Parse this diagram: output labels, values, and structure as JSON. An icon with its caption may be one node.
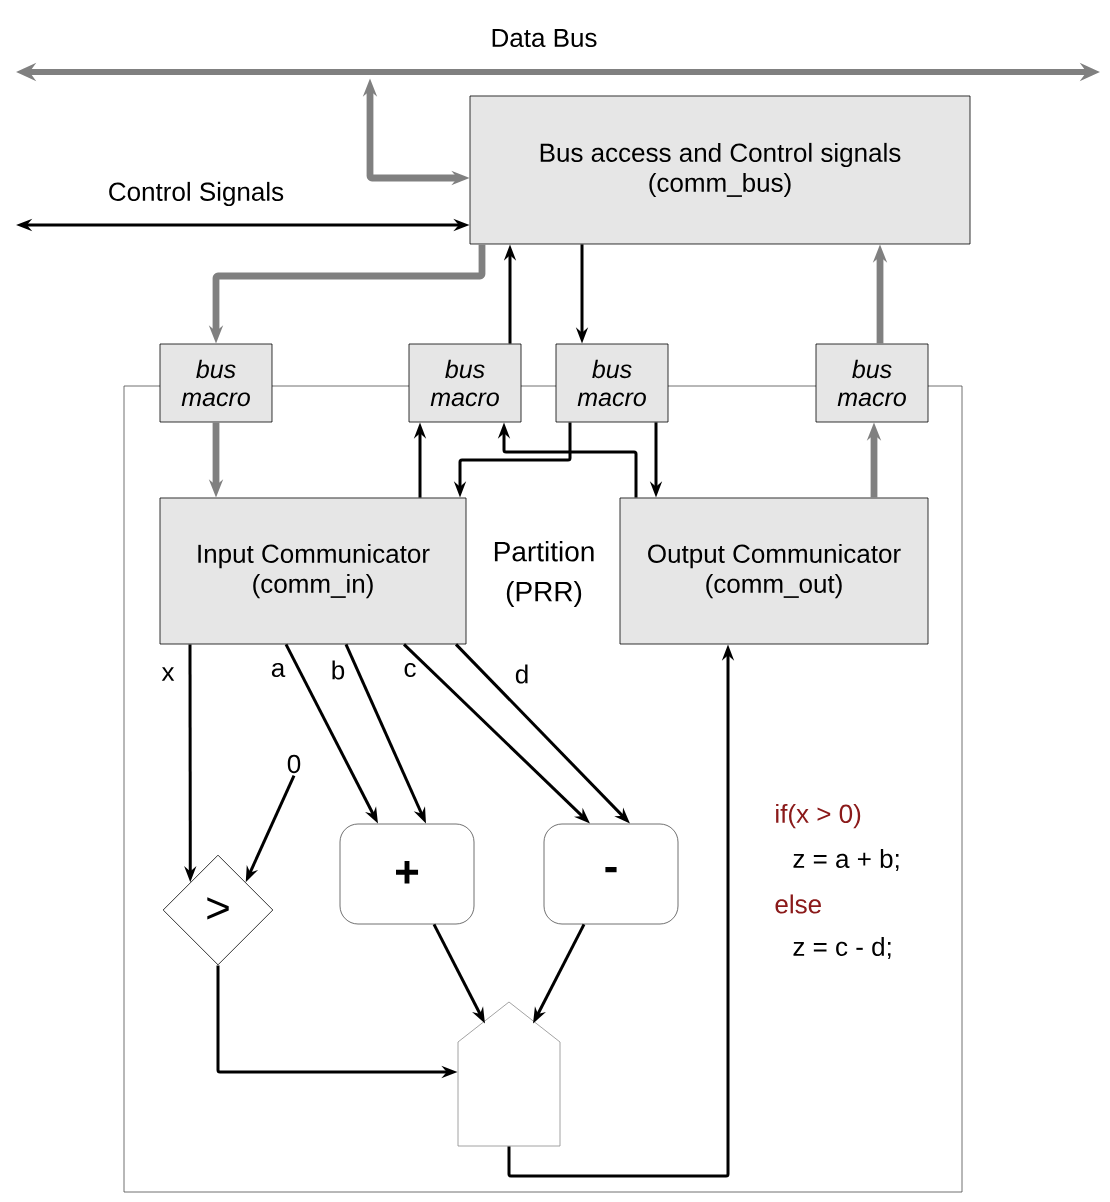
{
  "diagram": {
    "nodes": [
      {
        "text": [
          "Data Bus"
        ]
      },
      {
        "text": [
          "Bus access and Control signals",
          "(comm_bus)"
        ]
      },
      {
        "text": [
          "Partition (PRR)"
        ]
      },
      {
        "text": [
          "bus macro"
        ]
      },
      {
        "text": [
          "bus macro"
        ]
      },
      {
        "text": [
          "bus macro"
        ]
      },
      {
        "text": [
          "bus macro"
        ]
      },
      {
        "text": [
          "Input Communicator",
          "(comm_in)"
        ],
        "in": 2
      },
      {
        "text": [
          "Output Communicator",
          "(comm_out)"
        ],
        "in": 2
      },
      {
        "text": [
          ">"
        ],
        "in": 2
      },
      {
        "text": [
          "+"
        ],
        "in": 2
      },
      {
        "text": [
          "-"
        ],
        "in": 2
      },
      {
        "text": [],
        "shape": "pentagon",
        "in": 2
      },
      {
        "text": [
          "0"
        ],
        "in": 2
      }
    ],
    "edges": [
      {
        "from": 1,
        "to": 0,
        "arrow": "both",
        "style": "thick",
        "color": "#808080"
      },
      {
        "from": null,
        "to": 1,
        "arrow": "both",
        "label": "Control Signals"
      },
      {
        "from": 1,
        "to": 3,
        "arrow": "to",
        "style": "thick",
        "color": "#808080"
      },
      {
        "from": 4,
        "to": 1,
        "arrow": "to"
      },
      {
        "from": 1,
        "to": 5,
        "arrow": "to"
      },
      {
        "from": 6,
        "to": 1,
        "arrow": "to",
        "style": "thick",
        "color": "#808080"
      },
      {
        "from": 3,
        "to": 7,
        "arrow": "to",
        "style": "thick",
        "color": "#808080"
      },
      {
        "from": 7,
        "to": 4,
        "arrow": "to"
      },
      {
        "from": 5,
        "to": 7,
        "arrow": "to"
      },
      {
        "from": 8,
        "to": 4,
        "arrow": "to"
      },
      {
        "from": 5,
        "to": 8,
        "arrow": "to"
      },
      {
        "from": 8,
        "to": 6,
        "arrow": "to",
        "style": "thick",
        "color": "#808080"
      },
      {
        "from": 7,
        "to": 9,
        "arrow": "to",
        "label": "x"
      },
      {
        "from": 7,
        "to": 10,
        "arrow": "to",
        "label": "a"
      },
      {
        "from": 7,
        "to": 10,
        "arrow": "to",
        "label": "b"
      },
      {
        "from": 7,
        "to": 11,
        "arrow": "to",
        "label": "c"
      },
      {
        "from": 7,
        "to": 11,
        "arrow": "to",
        "label": "d"
      },
      {
        "from": 13,
        "to": 9,
        "arrow": "to"
      },
      {
        "from": 10,
        "to": 12,
        "arrow": "to"
      },
      {
        "from": 11,
        "to": 12,
        "arrow": "to"
      },
      {
        "from": 9,
        "to": 12,
        "arrow": "to"
      },
      {
        "from": 12,
        "to": 8,
        "arrow": "to"
      }
    ],
    "labels": [
      "if(x > 0)",
      "z = a + b;",
      "else",
      "z = c - d;"
    ]
  }
}
